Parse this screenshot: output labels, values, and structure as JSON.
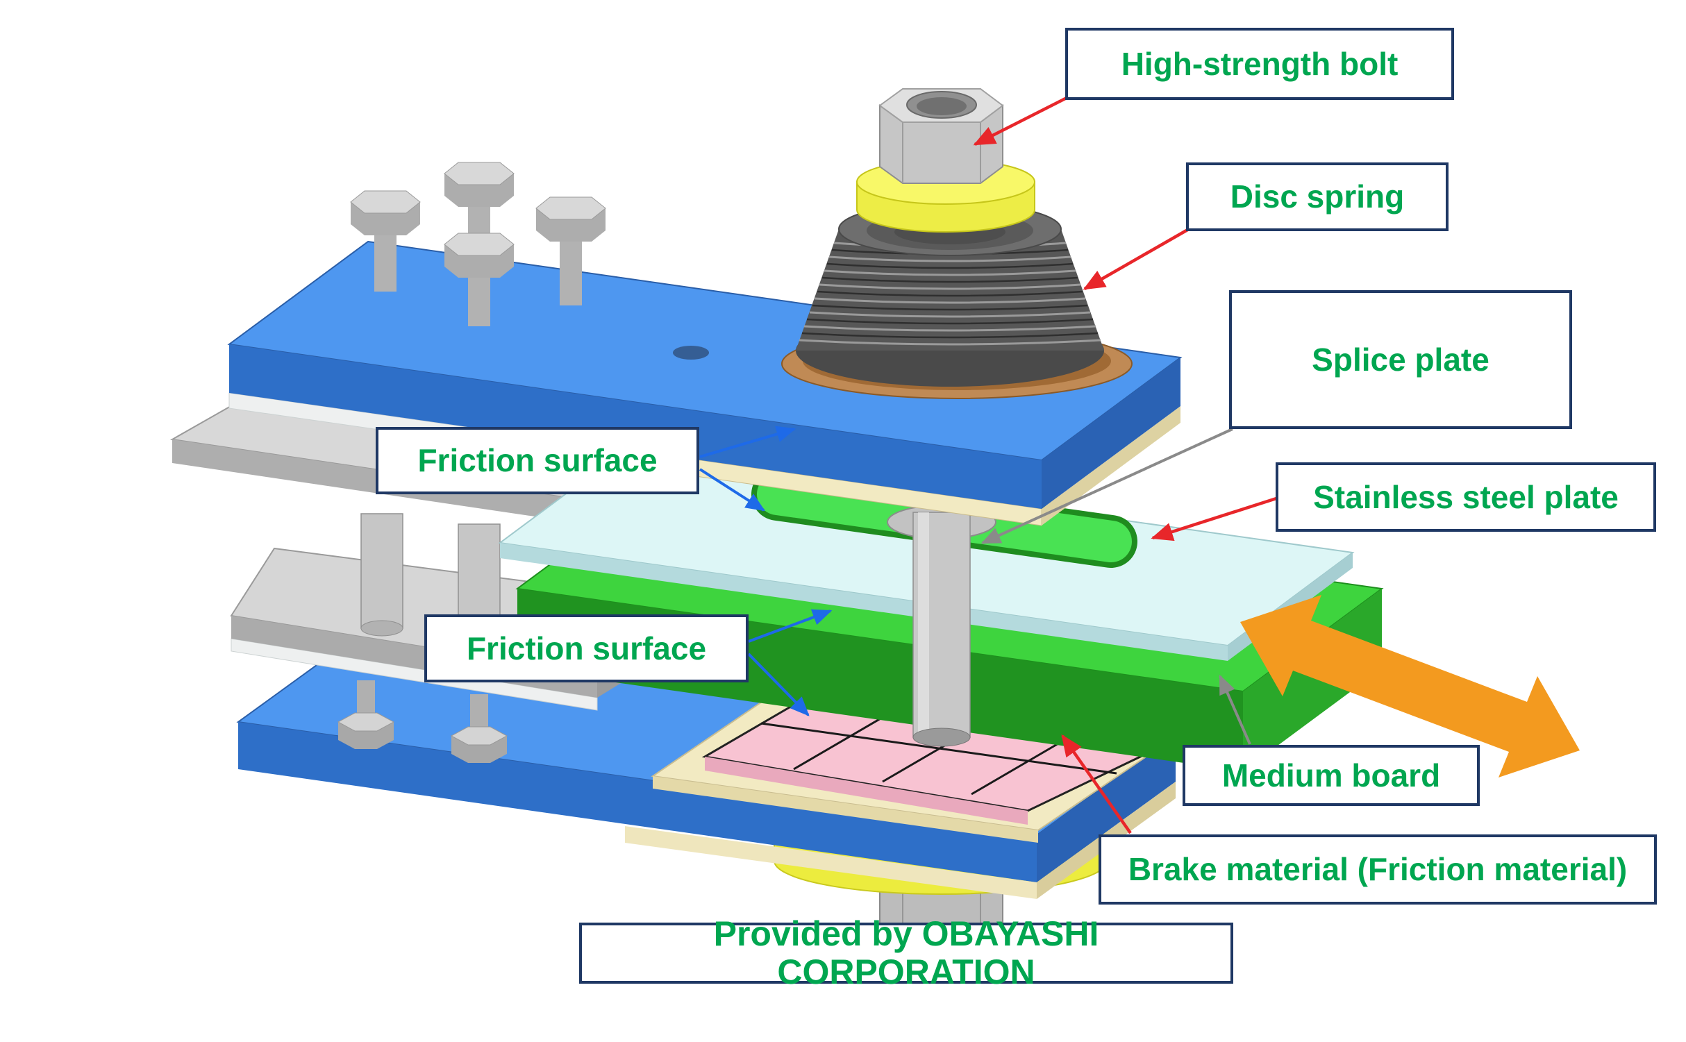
{
  "diagram": {
    "credit": "Provided by OBAYASHI CORPORATION",
    "labels": {
      "high_strength_bolt": "High-strength bolt",
      "disc_spring": "Disc spring",
      "splice_plate": "Splice plate",
      "stainless_steel_plate": "Stainless steel plate",
      "friction_surface_top": "Friction surface",
      "friction_surface_bottom": "Friction surface",
      "medium_board": "Medium board",
      "brake_material": "Brake material (Friction material)"
    },
    "colors": {
      "label_text": "#00a650",
      "label_border": "#1f3864",
      "arrow_red": "#e8262a",
      "arrow_blue": "#1e6ae8",
      "arrow_gray": "#8a8a8a",
      "arrow_orange": "#f39a1f",
      "plate_blue": "#4e97f0",
      "plate_green": "#3ed43e",
      "stainless_plate": "#ddf6f6",
      "brake_pink": "#f8c3d2",
      "washer_yellow": "#f8f862",
      "disc_spring_gray": "#575757"
    }
  }
}
